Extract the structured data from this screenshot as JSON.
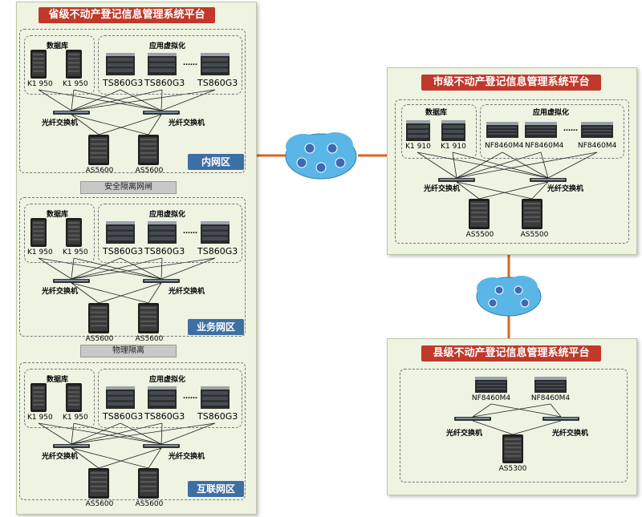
{
  "provincial": {
    "title": "省级不动产登记信息管理系统平台",
    "db_label": "数据库",
    "virt_label": "应用虚拟化",
    "switch_label": "光纤交换机",
    "separator1": "安全隔离网闸",
    "separator2": "物理隔离",
    "dots": "……",
    "zones": [
      {
        "tag": "内网区",
        "db_servers": [
          "K1 950",
          "K1 950"
        ],
        "app_servers": [
          "TS860G3",
          "TS860G3",
          "TS860G3"
        ],
        "storage": [
          "AS5600",
          "AS5600"
        ]
      },
      {
        "tag": "业务网区",
        "db_servers": [
          "K1 950",
          "K1 950"
        ],
        "app_servers": [
          "TS860G3",
          "TS860G3",
          "TS860G3"
        ],
        "storage": [
          "AS5600",
          "AS5600"
        ]
      },
      {
        "tag": "互联网区",
        "db_servers": [
          "K1 950",
          "K1 950"
        ],
        "app_servers": [
          "TS860G3",
          "TS860G3",
          "TS860G3"
        ],
        "storage": [
          "AS5600",
          "AS5600"
        ]
      }
    ]
  },
  "municipal": {
    "title": "市级不动产登记信息管理系统平台",
    "db_label": "数据库",
    "virt_label": "应用虚拟化",
    "switch_label": "光纤交换机",
    "dots": "……",
    "db_servers": [
      "K1 910",
      "K1 910"
    ],
    "app_servers": [
      "NF8460M4",
      "NF8460M4",
      "NF8460M4"
    ],
    "storage": [
      "AS5500",
      "AS5500"
    ]
  },
  "county": {
    "title": "县级不动产登记信息管理系统平台",
    "switch_label": "光纤交换机",
    "app_servers": [
      "NF8460M4",
      "NF8460M4"
    ],
    "storage": [
      "AS5300"
    ]
  },
  "colors": {
    "title_red": "#c0392b",
    "zone_blue": "#3e6fa3",
    "panel_bg": "#eef3e2",
    "link_orange": "#d9661f",
    "cloud_blue": "#5bb6e8"
  }
}
